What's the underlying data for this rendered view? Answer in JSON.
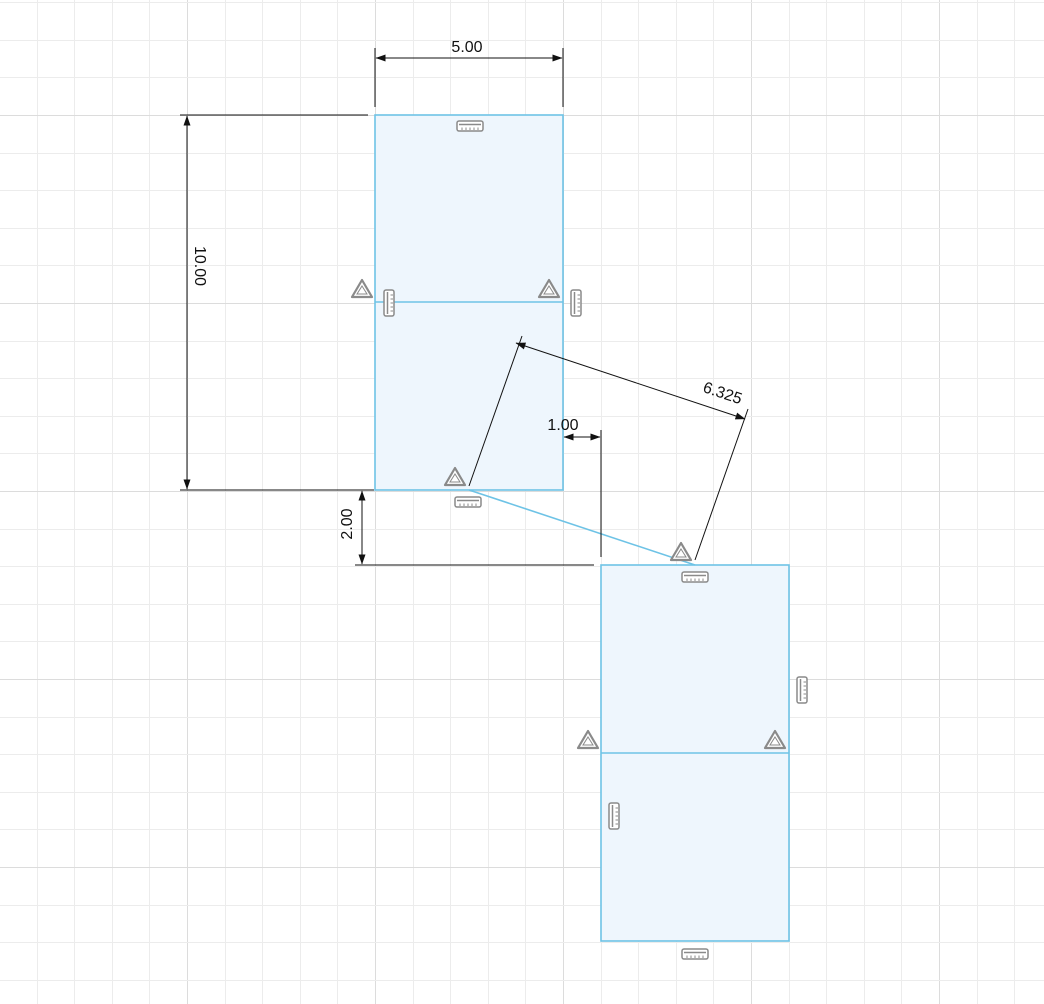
{
  "canvas": {
    "background": "#ffffff",
    "grid_minor_color": "#ececec",
    "grid_major_color": "#dcdcdc"
  },
  "colors": {
    "profile_fill": "#eef6fd",
    "profile_stroke": "#6ec3e6",
    "dimension_line": "#111111",
    "constraint_icon": "#8a8a8a"
  },
  "dimensions": {
    "width": "5.00",
    "height": "10.00",
    "vertical_offset": "2.00",
    "horizontal_offset": "1.00",
    "aligned_distance": "6.325"
  },
  "constraint_icons": {
    "horizontal": "horizontal-constraint-icon",
    "vertical": "vertical-constraint-icon",
    "midpoint": "midpoint-constraint-icon"
  }
}
